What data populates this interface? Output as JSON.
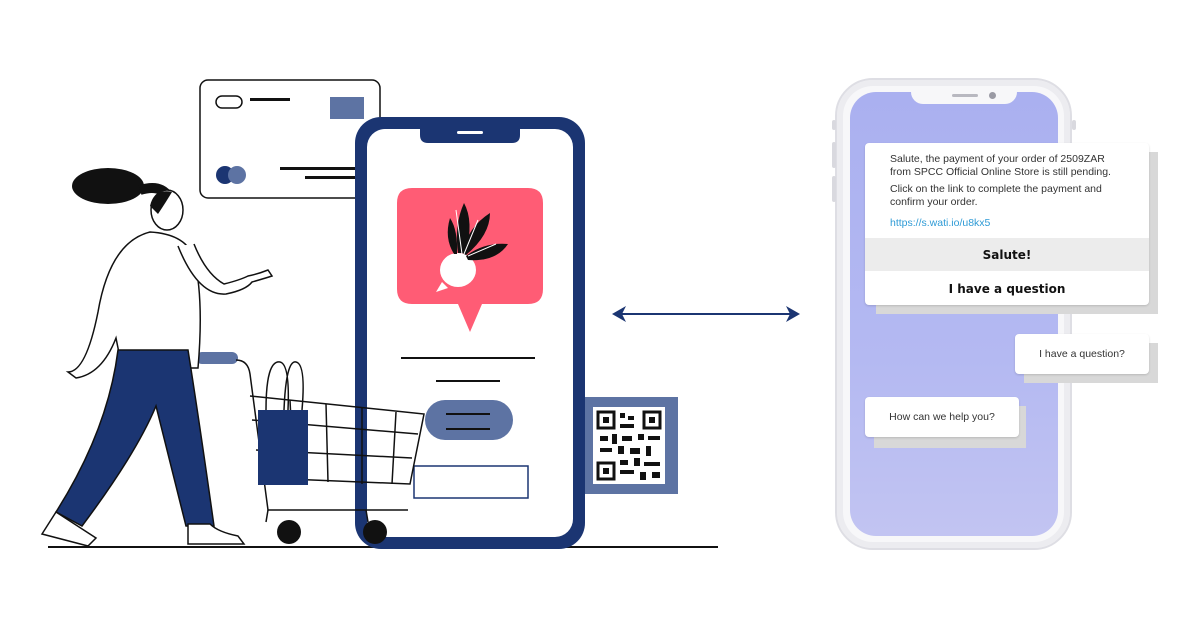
{
  "chat": {
    "message_line1": "Salute, the payment of your order of 2509ZAR",
    "message_line2": "from SPCC Official Online Store is still pending.",
    "message_line3": "Click on the link to complete the payment and",
    "message_line4": "confirm your order.",
    "link": "https://s.wati.io/u8kx5",
    "quick_reply_1": "Salute!",
    "quick_reply_2": "I have a question",
    "user_reply": "I have a question?",
    "bot_reply": "How can we help you?"
  },
  "colors": {
    "navy": "#1b3572",
    "slate": "#5d73a3",
    "coral": "#ff5c75",
    "lavender": "#aab0f0",
    "link": "#2f9bd6"
  },
  "icons": [
    "credit-card-icon",
    "radish-icon",
    "qr-code-icon",
    "shopping-cart-icon",
    "double-arrow-icon"
  ]
}
